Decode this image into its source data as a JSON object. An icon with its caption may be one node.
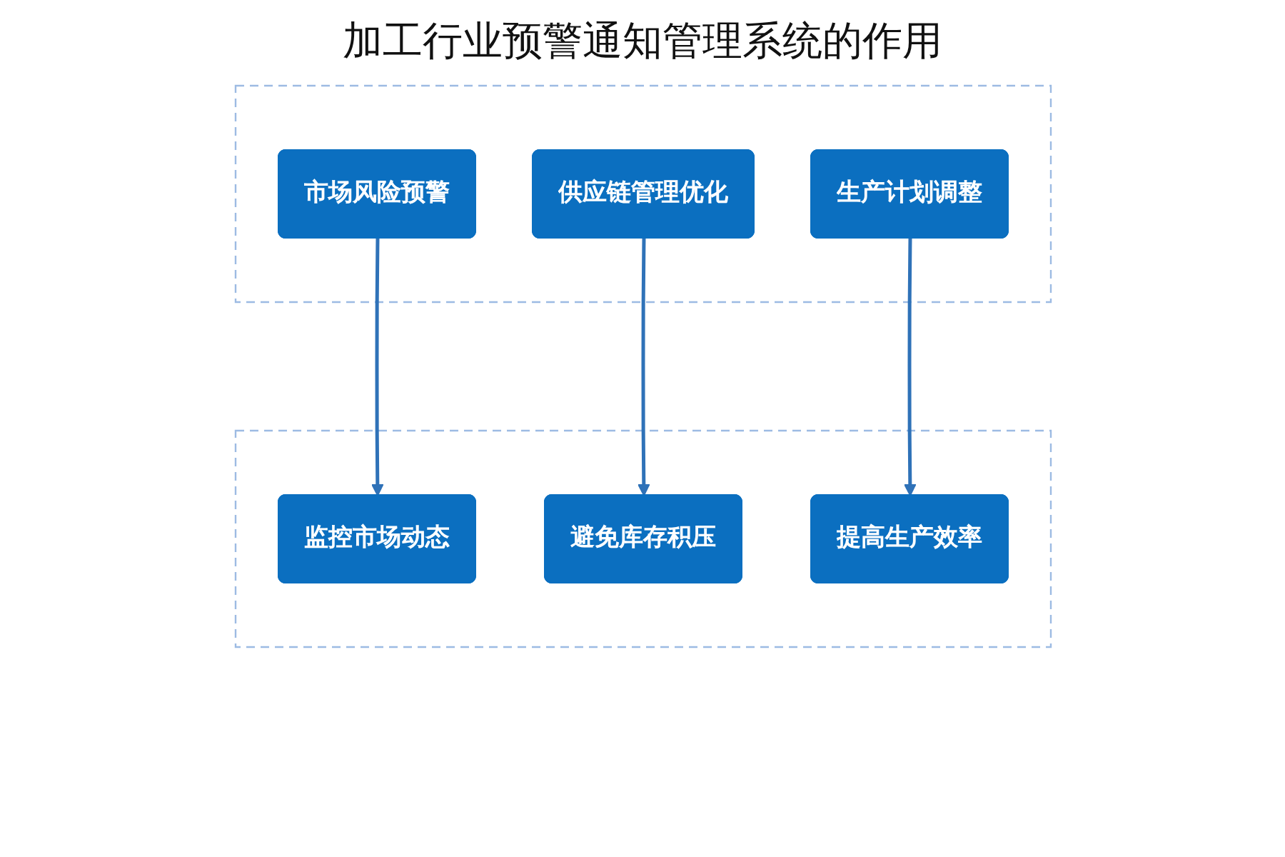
{
  "diagram": {
    "title": "加工行业预警通知管理系统的作用",
    "nodes": [
      {
        "text": [],
        "shape": "box"
      },
      {
        "text": [
          "市场风险预警"
        ],
        "in": 0
      },
      {
        "text": [
          "供应链管理优化"
        ],
        "in": 0
      },
      {
        "text": [
          "生产计划调整"
        ],
        "in": 0
      },
      {
        "text": [],
        "shape": "box"
      },
      {
        "text": [
          "监控市场动态"
        ],
        "in": 4
      },
      {
        "text": [
          "避免库存积压"
        ],
        "in": 4
      },
      {
        "text": [
          "提高生产效率"
        ],
        "in": 4
      }
    ],
    "edges": [
      {
        "from": 1,
        "to": 5,
        "arrow": "to"
      },
      {
        "from": 2,
        "to": 6,
        "arrow": "to"
      },
      {
        "from": 3,
        "to": 7,
        "arrow": "to"
      }
    ]
  }
}
